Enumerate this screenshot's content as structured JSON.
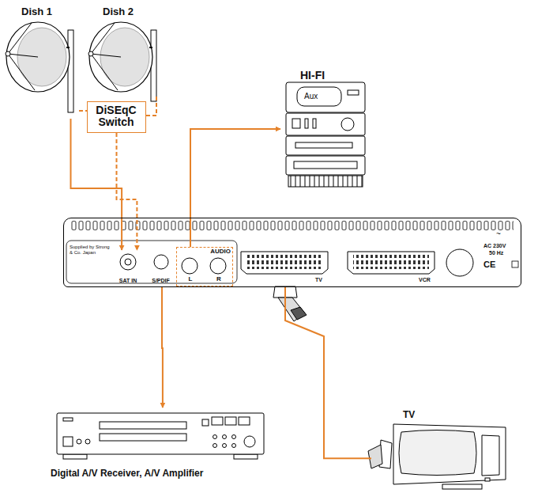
{
  "diagram": {
    "nodes": [
      {
        "text": [
          "Dish 1"
        ]
      },
      {
        "text": [
          "Dish 2"
        ]
      },
      {
        "text": [
          "DiSEqC Switch"
        ]
      },
      {
        "text": [
          "HI-FI",
          "Aux"
        ]
      },
      {
        "text": [
          "Supplied by Strong & Co. Japan"
        ]
      },
      {
        "text": [
          "SAT IN"
        ],
        "in": 4
      },
      {
        "text": [
          "S/PDIF"
        ],
        "in": 4
      },
      {
        "text": [
          "AUDIO",
          "L",
          "R"
        ],
        "in": 4
      },
      {
        "text": [
          "TV"
        ],
        "in": 4
      },
      {
        "text": [
          "VCR"
        ],
        "in": 4
      },
      {
        "text": [
          "Digital A/V Receiver, A/V Amplifier"
        ]
      },
      {
        "text": [
          "TV"
        ]
      }
    ],
    "edges": [
      {
        "from": 0,
        "to": 5,
        "arrow": "to"
      },
      {
        "from": 0,
        "to": 2,
        "arrow": "none"
      },
      {
        "from": 1,
        "to": 2,
        "arrow": "none"
      },
      {
        "from": 2,
        "to": 5,
        "arrow": "to"
      },
      {
        "from": 7,
        "to": 3,
        "arrow": "to"
      },
      {
        "from": 6,
        "to": 10,
        "arrow": "to"
      },
      {
        "from": 8,
        "to": 11,
        "arrow": "none"
      }
    ],
    "labels": [
      "~",
      "AC 230V",
      "50 Hz",
      "CE"
    ]
  }
}
